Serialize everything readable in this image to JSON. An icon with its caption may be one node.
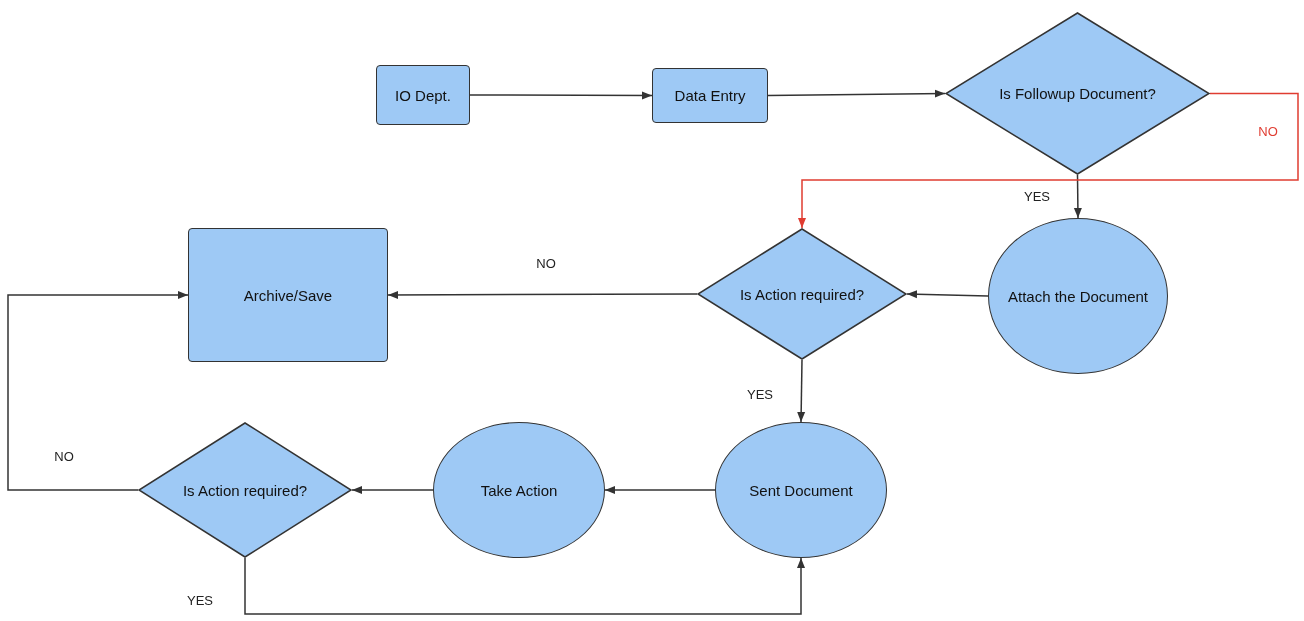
{
  "diagram": {
    "nodes": [
      {
        "text": [
          "IO Dept."
        ]
      },
      {
        "text": [
          "Data Entry"
        ]
      },
      {
        "text": [
          "Is Followup Document?"
        ]
      },
      {
        "text": [
          "Attach the Document"
        ]
      },
      {
        "text": [
          "Is Action required?"
        ]
      },
      {
        "text": [
          "Archive/Save"
        ]
      },
      {
        "text": [
          "Sent Document"
        ]
      },
      {
        "text": [
          "Take Action"
        ]
      },
      {
        "text": [
          "Is Action required?"
        ]
      }
    ],
    "edges": [
      {
        "from": 0,
        "to": 1,
        "arrow": "to"
      },
      {
        "from": 1,
        "to": 2,
        "arrow": "to"
      },
      {
        "from": 2,
        "to": 3,
        "arrow": "to",
        "label": "YES"
      },
      {
        "from": 2,
        "to": 4,
        "arrow": "to",
        "label": "NO",
        "color": "#e03c31"
      },
      {
        "from": 3,
        "to": 4,
        "arrow": "to"
      },
      {
        "from": 4,
        "to": 5,
        "arrow": "to",
        "label": "NO"
      },
      {
        "from": 4,
        "to": 6,
        "arrow": "to",
        "label": "YES"
      },
      {
        "from": 6,
        "to": 7,
        "arrow": "to"
      },
      {
        "from": 7,
        "to": 8,
        "arrow": "to"
      },
      {
        "from": 8,
        "to": 5,
        "arrow": "to",
        "label": "NO"
      },
      {
        "from": 8,
        "to": 6,
        "arrow": "to",
        "label": "YES"
      }
    ]
  }
}
